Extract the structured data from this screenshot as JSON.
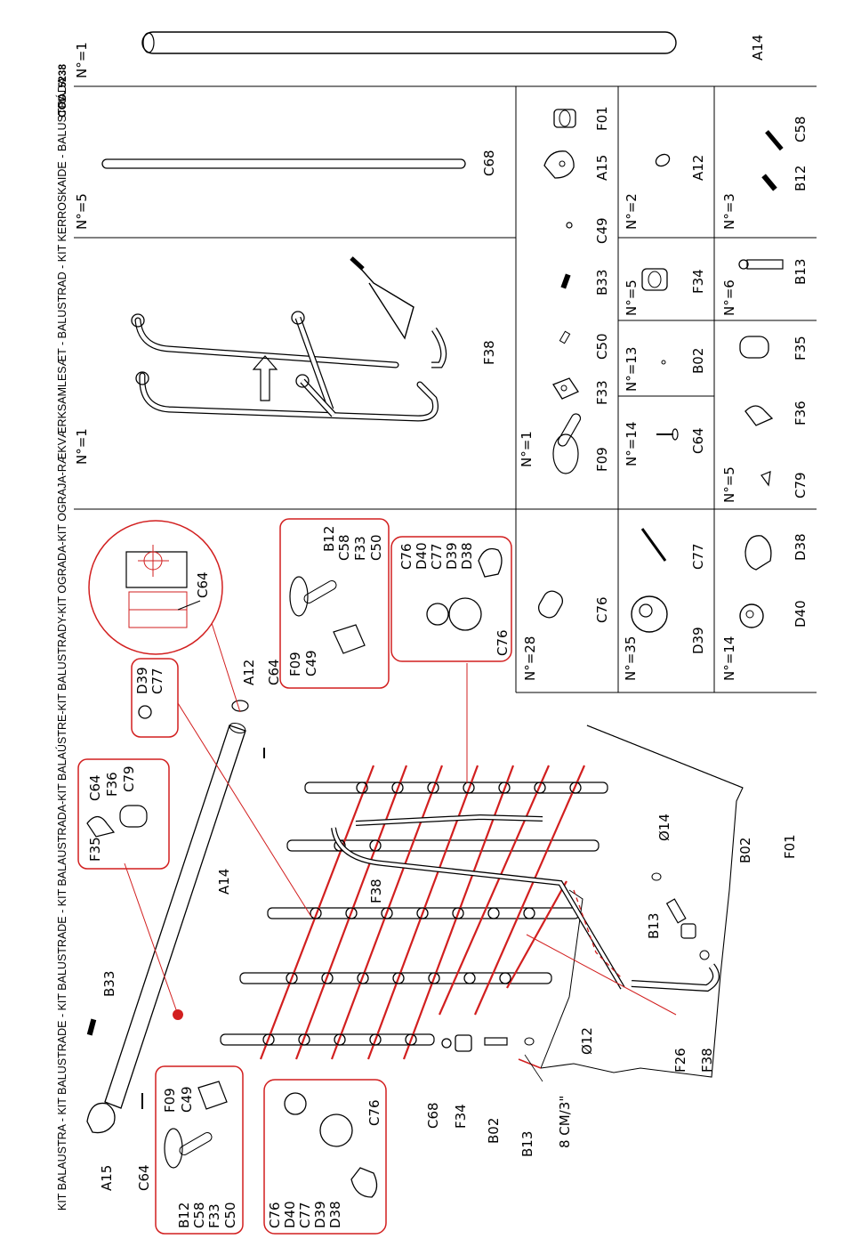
{
  "header": {
    "title": "KIT BALAUSTRA - KIT BALUSTRADE - KIT BALUSTRADE - KIT BALAUSTRADA-KIT BALAÚSTRE-KIT BALUSTRADY-KIT OGRADA-KIT OGRAJA-RÆKVÆRKSAMLESÆT - BALUSTRAD - KIT KERROSKAIDE - BALUSTRÁDA",
    "code": "COD. 5238"
  },
  "parts_table": {
    "a14_box": {
      "qty": "N°=1",
      "code": "A14"
    },
    "c68_box": {
      "qty": "N°=5",
      "code": "C68"
    },
    "f38_box": {
      "qty": "N°=1",
      "code": "F38"
    },
    "small_parts": [
      {
        "qty": "N°=1",
        "codes": [
          "F09",
          "F33",
          "C50",
          "B33",
          "C49",
          "A15",
          "F01"
        ]
      },
      {
        "qty": "N°=2",
        "codes": [
          "A12"
        ]
      },
      {
        "qty": "N°=14",
        "codes": [
          "C64"
        ]
      },
      {
        "qty": "N°=13",
        "codes": [
          "B02"
        ]
      },
      {
        "qty": "N°=5",
        "codes": [
          "F34"
        ]
      },
      {
        "qty": "N°=5",
        "codes": [
          "C79",
          "F36",
          "F35"
        ]
      },
      {
        "qty": "N°=6",
        "codes": [
          "B13"
        ]
      },
      {
        "qty": "N°=3",
        "codes": [
          "B12",
          "C58"
        ]
      }
    ],
    "bottom_parts": [
      {
        "qty": "N°=28",
        "code": "C76"
      },
      {
        "qty": "N°=35",
        "codes": [
          "D39",
          "C77"
        ]
      },
      {
        "qty": "N°=14",
        "codes": [
          "D40",
          "D38"
        ]
      }
    ]
  },
  "assembly": {
    "callouts": [
      "A15",
      "C64",
      "B33",
      "A14",
      "A12",
      "C64",
      "D39",
      "C77",
      "C64",
      "F36",
      "C79",
      "F35",
      "F38",
      "C68",
      "F34",
      "B02",
      "B13",
      "Ø12",
      "Ø14",
      "B13",
      "B02",
      "F01",
      "F26",
      "F38"
    ],
    "measure": "8 CM/3\"",
    "detail_top": [
      "F09",
      "B12",
      "C58",
      "F33",
      "C50",
      "C49"
    ],
    "detail_top2": [
      "C76",
      "D40",
      "C77",
      "D39",
      "D38",
      "C76"
    ],
    "detail_bottom": [
      "F09",
      "C49",
      "B12",
      "C58",
      "F33",
      "C50"
    ],
    "detail_bottom2": [
      "C76",
      "D40",
      "C77",
      "D39",
      "D38",
      "C76"
    ],
    "detail_circle": "C64"
  }
}
